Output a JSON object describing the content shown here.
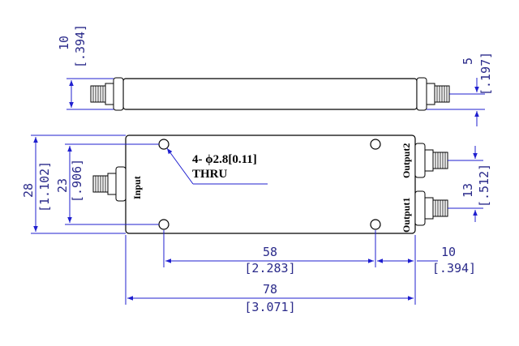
{
  "dimensions": {
    "side_height": {
      "mm": "10",
      "inch": "[.394]"
    },
    "connector_offset": {
      "mm": "5",
      "inch": "[.197]"
    },
    "body_height": {
      "mm": "28",
      "inch": "[1.102]"
    },
    "hole_spacing_v": {
      "mm": "23",
      "inch": "[.906]"
    },
    "output_spacing": {
      "mm": "13",
      "inch": "[.512]"
    },
    "hole_spacing_h": {
      "mm": "58",
      "inch": "[2.283]"
    },
    "edge_offset": {
      "mm": "10",
      "inch": "[.394]"
    },
    "body_length": {
      "mm": "78",
      "inch": "[3.071]"
    }
  },
  "notes": {
    "hole_callout_line1": "4- ϕ2.8[0.11]",
    "hole_callout_line2": "THRU"
  },
  "ports": {
    "input": "Input",
    "output1": "Output1",
    "output2": "Output2"
  },
  "colors": {
    "dimension": "#1f1fcf",
    "dimension_text": "#2a2a8a",
    "outline": "#000000"
  }
}
